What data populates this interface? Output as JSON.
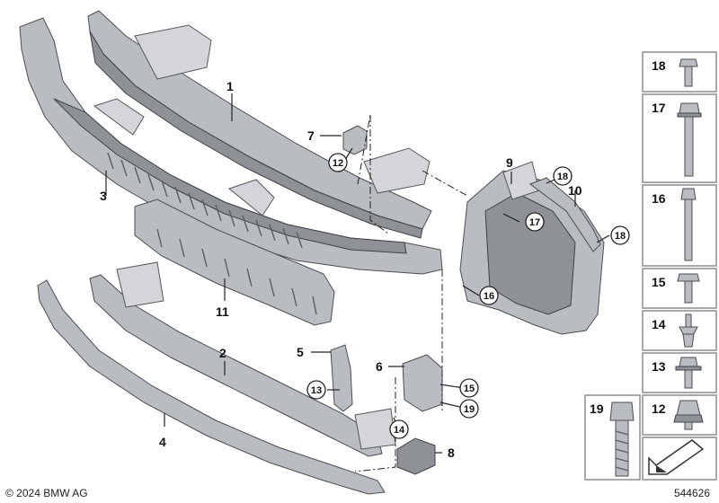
{
  "callouts": {
    "c1": "1",
    "c2": "2",
    "c3": "3",
    "c4": "4",
    "c5": "5",
    "c6": "6",
    "c7": "7",
    "c8": "8",
    "c9": "9",
    "c10": "10",
    "c11": "11",
    "c12a": "12",
    "c13a": "13",
    "c14a": "14",
    "c15a": "15",
    "c16a": "16",
    "c17a": "17",
    "c18a": "18",
    "c18b": "18",
    "c19a": "19"
  },
  "legend": {
    "r18": "18",
    "r17": "17",
    "r16": "16",
    "r15": "15",
    "r14": "14",
    "r13": "13",
    "r12": "12",
    "r19": "19"
  },
  "footer": {
    "copyright": "© 2024 BMW AG",
    "diagram_number": "544626"
  }
}
